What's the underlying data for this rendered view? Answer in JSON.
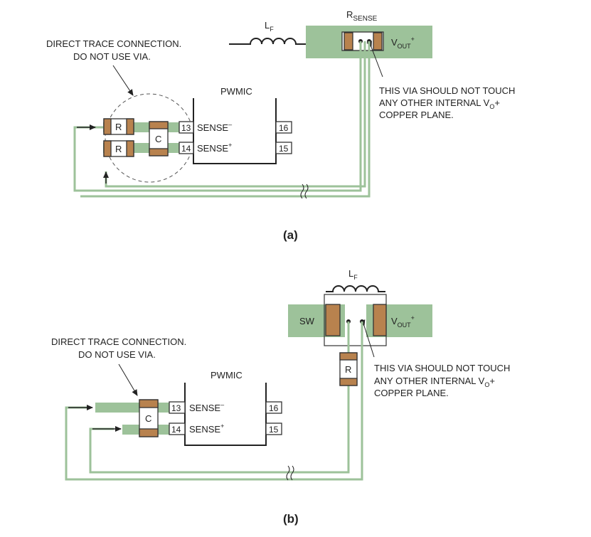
{
  "colors": {
    "trace": "#9dc29a",
    "pad": "#b8824e",
    "ink": "#222222"
  },
  "diagram_a": {
    "caption": "(a)",
    "note_left_line1": "DIRECT TRACE CONNECTION.",
    "note_left_line2": "DO NOT USE VIA.",
    "ic_label": "PWMIC",
    "inductor_label": "L",
    "inductor_sub": "F",
    "rsense_label": "R",
    "rsense_sub": "SENSE",
    "vout_label": "V",
    "vout_sub": "OUT",
    "vout_sup": "+",
    "resistor_label": "R",
    "cap_label": "C",
    "pin13": "13",
    "pin14": "14",
    "pin15": "15",
    "pin16": "16",
    "sense_minus": "SENSE",
    "sense_minus_sup": "–",
    "sense_plus": "SENSE",
    "sense_plus_sup": "+",
    "via_note_line1": "THIS VIA SHOULD NOT TOUCH",
    "via_note_line2_a": "ANY OTHER INTERNAL V",
    "via_note_line2_sub": "O",
    "via_note_line2_b": "+",
    "via_note_line3": "COPPER PLANE."
  },
  "diagram_b": {
    "caption": "(b)",
    "note_left_line1": "DIRECT TRACE CONNECTION.",
    "note_left_line2": "DO NOT USE VIA.",
    "ic_label": "PWMIC",
    "inductor_label": "L",
    "inductor_sub": "F",
    "sw_label": "SW",
    "vout_label": "V",
    "vout_sub": "OUT",
    "vout_sup": "+",
    "resistor_label": "R",
    "cap_label": "C",
    "pin13": "13",
    "pin14": "14",
    "pin15": "15",
    "pin16": "16",
    "sense_minus": "SENSE",
    "sense_minus_sup": "–",
    "sense_plus": "SENSE",
    "sense_plus_sup": "+",
    "via_note_line1": "THIS VIA SHOULD NOT TOUCH",
    "via_note_line2_a": "ANY OTHER INTERNAL V",
    "via_note_line2_sub": "O",
    "via_note_line2_b": "+",
    "via_note_line3": "COPPER PLANE."
  }
}
